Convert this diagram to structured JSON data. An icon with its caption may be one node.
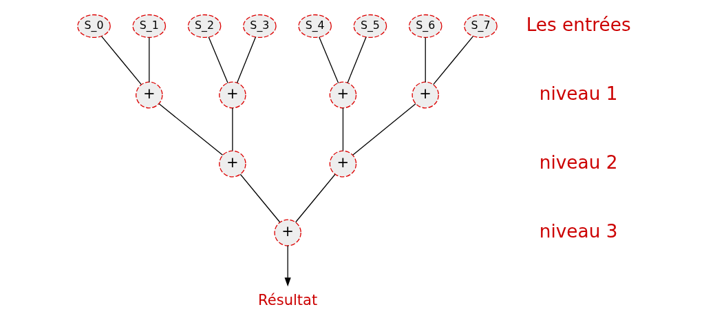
{
  "diagram": {
    "nodes": [
      {
        "text": [
          "S_0"
        ]
      },
      {
        "text": [
          "S_1"
        ]
      },
      {
        "text": [
          "S_2"
        ]
      },
      {
        "text": [
          "S_3"
        ]
      },
      {
        "text": [
          "S_4"
        ]
      },
      {
        "text": [
          "S_5"
        ]
      },
      {
        "text": [
          "S_6"
        ]
      },
      {
        "text": [
          "S_7"
        ]
      },
      {
        "text": [
          "+"
        ]
      },
      {
        "text": [
          "+"
        ]
      },
      {
        "text": [
          "+"
        ]
      },
      {
        "text": [
          "+"
        ]
      },
      {
        "text": [
          "+"
        ]
      },
      {
        "text": [
          "+"
        ]
      },
      {
        "text": [
          "+"
        ]
      },
      {
        "text": [
          "Résultat"
        ]
      }
    ],
    "edges": [
      {
        "from": 0,
        "to": 8,
        "arrow": "none"
      },
      {
        "from": 1,
        "to": 8,
        "arrow": "none"
      },
      {
        "from": 2,
        "to": 9,
        "arrow": "none"
      },
      {
        "from": 3,
        "to": 9,
        "arrow": "none"
      },
      {
        "from": 4,
        "to": 10,
        "arrow": "none"
      },
      {
        "from": 5,
        "to": 10,
        "arrow": "none"
      },
      {
        "from": 6,
        "to": 11,
        "arrow": "none"
      },
      {
        "from": 7,
        "to": 11,
        "arrow": "none"
      },
      {
        "from": 8,
        "to": 12,
        "arrow": "none"
      },
      {
        "from": 9,
        "to": 12,
        "arrow": "none"
      },
      {
        "from": 10,
        "to": 13,
        "arrow": "none"
      },
      {
        "from": 11,
        "to": 13,
        "arrow": "none"
      },
      {
        "from": 12,
        "to": 14,
        "arrow": "none"
      },
      {
        "from": 13,
        "to": 14,
        "arrow": "none"
      },
      {
        "from": 14,
        "to": 15,
        "arrow": "to"
      }
    ],
    "labels": [
      "Les entrées",
      "niveau 1",
      "niveau 2",
      "niveau 3"
    ]
  }
}
